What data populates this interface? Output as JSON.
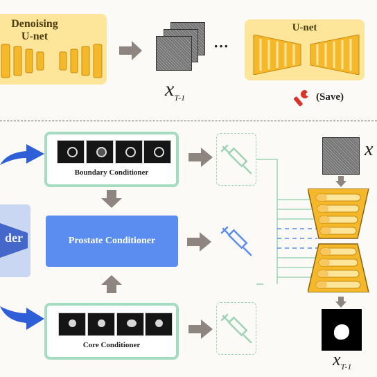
{
  "top": {
    "denoising_unet_line1": "Denoising",
    "denoising_unet_line2": "U-net",
    "unet_label": "U-net",
    "ellipsis": "···",
    "x_t1_main": "x",
    "x_t1_sub": "T-1",
    "save_label": "(Save)"
  },
  "bottom": {
    "boundary_label": "Boundary Conditioner",
    "prostate_label": "Prostate Conditioner",
    "core_label": "Core Conditioner",
    "left_box_text": "der",
    "x_right_main": "x",
    "x_out_main": "x",
    "x_out_sub": "T-1"
  },
  "colors": {
    "unet_bg": "#fde59a",
    "unet_block": "#f5b82a",
    "conditioner_border": "#a5dcc1",
    "prostate_blue": "#5b8df0",
    "arrow_blue": "#2f5fd6",
    "arrow_grey": "#8f8580",
    "save_icon": "#d9342b"
  },
  "icons": [
    "wrench-icon",
    "syringe-icon",
    "arrow-icon",
    "noise-image",
    "mri-slice"
  ]
}
